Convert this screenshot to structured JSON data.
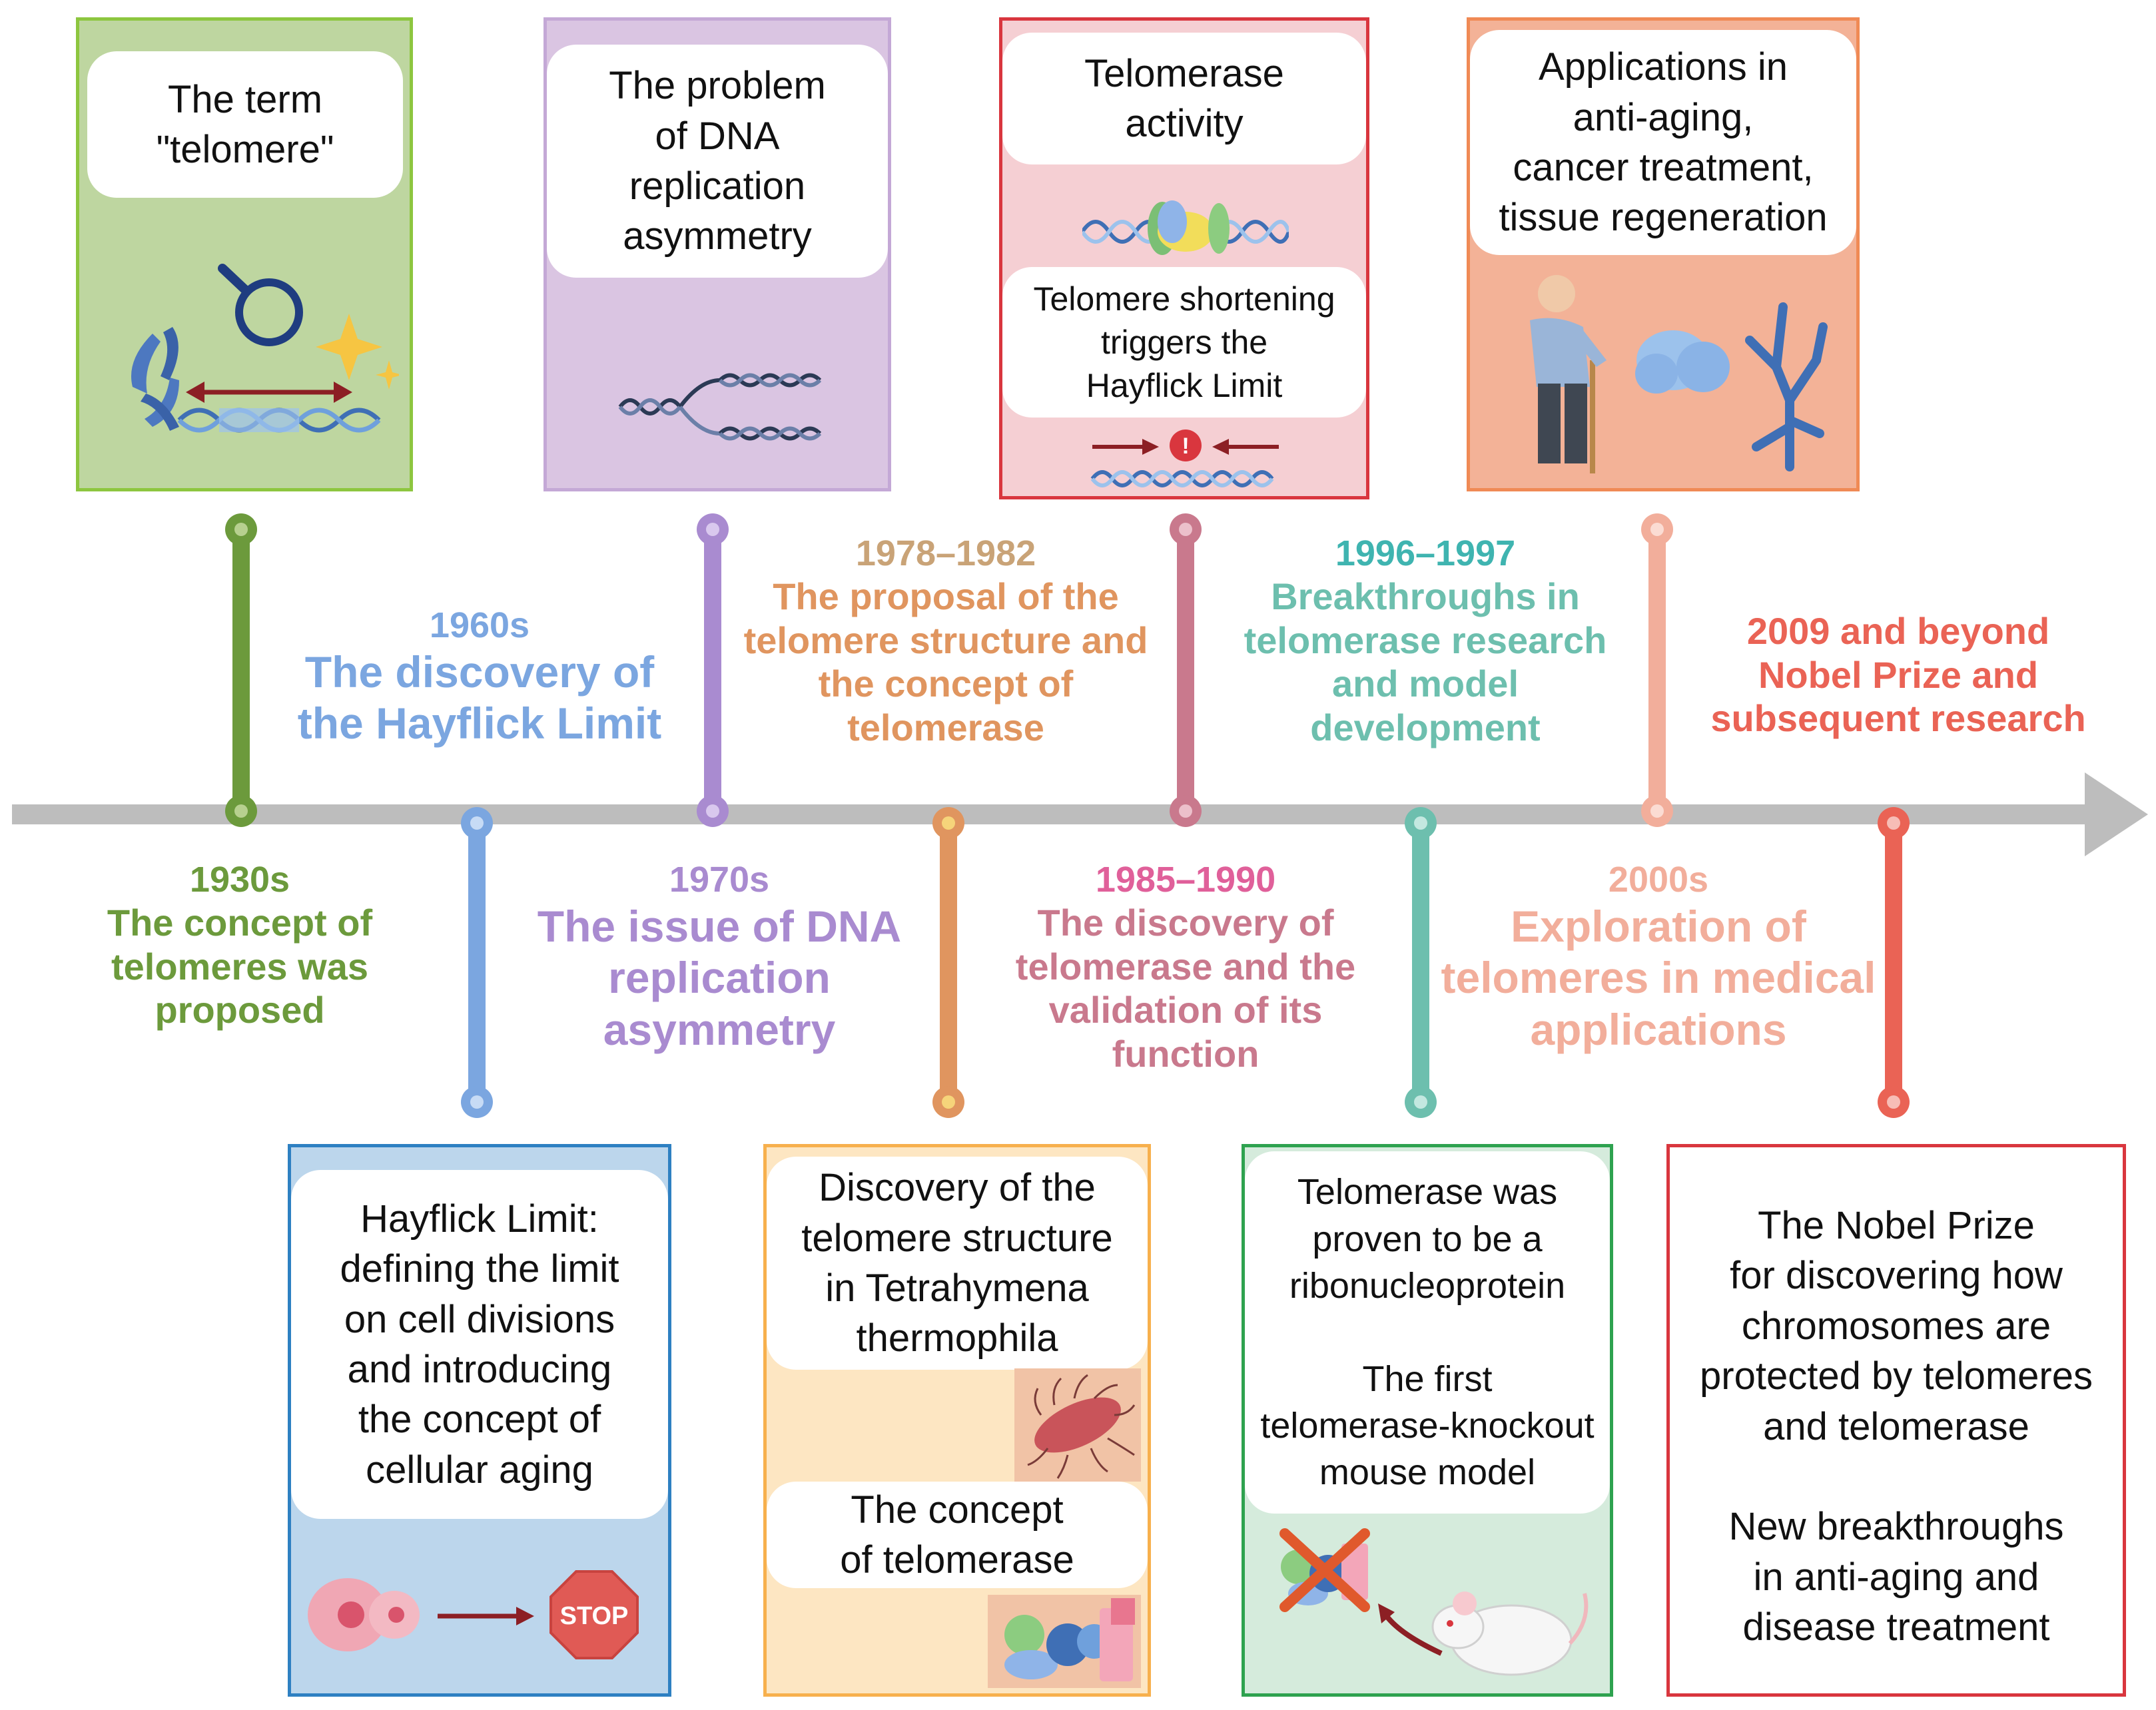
{
  "colors": {
    "axis": "#bdbdbd",
    "green": "#6c9a3c",
    "blue": "#7ba6e0",
    "purple": "#a98bd0",
    "orange": "#e0955f",
    "rose": "#c9798d",
    "teal": "#6dbfae",
    "salmon": "#f2ae9b",
    "red": "#ea6355"
  },
  "milestones": [
    {
      "id": "1930s",
      "year": "1930s",
      "title": "The concept of\ntelomeres was\nproposed",
      "color": "#6c9a3c"
    },
    {
      "id": "1960s",
      "year": "1960s",
      "title": "The discovery of\nthe Hayflick Limit",
      "color": "#7ba6e0"
    },
    {
      "id": "1970s",
      "year": "1970s",
      "title": "The issue of DNA\nreplication\nasymmetry",
      "color": "#a98bd0"
    },
    {
      "id": "1978-1982",
      "year": "1978–1982",
      "title": "The proposal of the\ntelomere structure and\nthe concept of\ntelomerase",
      "year_color": "#c9a377",
      "color": "#e0955f"
    },
    {
      "id": "1985-1990",
      "year": "1985–1990",
      "title": "The discovery of\ntelomerase and the\nvalidation of its\nfunction",
      "year_color": "#e0609a",
      "color": "#c9798d"
    },
    {
      "id": "1996-1997",
      "year": "1996–1997",
      "title": "Breakthroughs in\ntelomerase research\nand model\ndevelopment",
      "year_color": "#3fb4b0",
      "color": "#6dbfae"
    },
    {
      "id": "2000s",
      "year": "2000s",
      "title": "Exploration of\ntelomeres in medical\napplications",
      "color": "#f2ae9b"
    },
    {
      "id": "2009",
      "year": "2009 and beyond",
      "title": "Nobel Prize and\nsubsequent research",
      "color": "#ea6355"
    }
  ],
  "cards": {
    "term": {
      "text": "The term\n\"telomere\"",
      "bg": "#bed6a0",
      "border": "#8dc63f"
    },
    "dna_problem": {
      "text": "The problem\nof DNA\nreplication\nasymmetry",
      "bg": "#dac5e2",
      "border": "#c4a8d6"
    },
    "telomerase_activity": {
      "text": "Telomerase\nactivity",
      "text2": "Telomere shortening\ntriggers the\nHayflick Limit",
      "bg": "#f5cfd3",
      "border": "#d9363e"
    },
    "applications": {
      "text": "Applications in\nanti-aging,\ncancer treatment,\ntissue regeneration",
      "bg": "#f3b297",
      "border": "#f08a55"
    },
    "hayflick": {
      "text": "Hayflick Limit:\ndefining the limit\non cell divisions\nand introducing\nthe concept of\ncellular aging",
      "stop_label": "STOP",
      "bg": "#bcd6ec",
      "border": "#2e80c2"
    },
    "tetrahymena": {
      "text": "Discovery of the\ntelomere structure\nin Tetrahymena\nthermophila",
      "text2": "The concept\nof telomerase",
      "bg": "#fde6c2",
      "border": "#f7b04d"
    },
    "ribonucleoprotein": {
      "text": "Telomerase was\nproven to be a\nribonucleoprotein\n\nThe first\ntelomerase-knockout\nmouse model",
      "bg": "#d5ebdc",
      "border": "#2ea24f"
    },
    "nobel": {
      "text": "The Nobel Prize\nfor discovering how\nchromosomes are\nprotected by telomeres\nand telomerase\n\nNew breakthroughs\nin anti-aging and\ndisease treatment",
      "bg": "#ffffff",
      "border": "#d9363e"
    }
  }
}
